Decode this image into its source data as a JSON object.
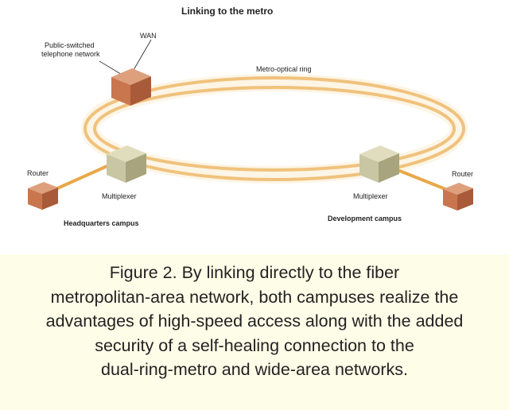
{
  "diagram": {
    "title": "Linking to the metro",
    "labels": {
      "pstn": [
        "Public-switched",
        "telephone network"
      ],
      "wan": "WAN",
      "ring": "Metro-optical ring",
      "router_left": "Router",
      "router_right": "Router",
      "mux_left": "Multiplexer",
      "mux_right": "Multiplexer",
      "campus_left": "Headquarters campus",
      "campus_right": "Development campus"
    },
    "colors": {
      "ring": "#f2c880",
      "router_cube": "#c9764e",
      "wan_cube": "#c9764e",
      "mux_cube": "#c9c6a4",
      "link": "#e8a84a"
    }
  },
  "caption": {
    "lines": [
      "Figure 2. By linking directly to the fiber",
      "metropolitan-area network, both campuses realize the",
      "advantages of high-speed access along with the added",
      "security of a self-healing connection to the",
      "dual-ring-metro and wide-area networks."
    ]
  }
}
